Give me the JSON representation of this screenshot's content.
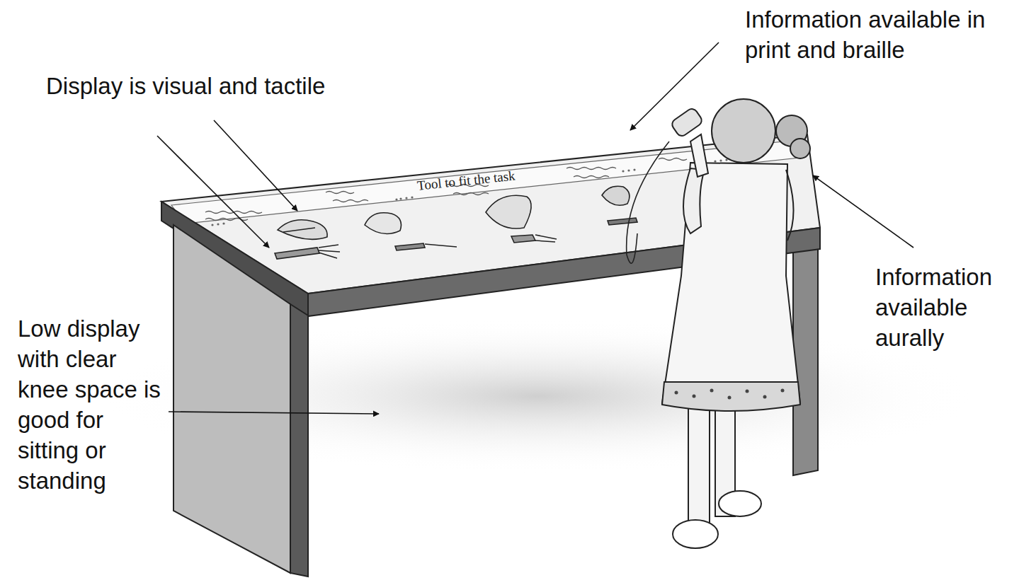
{
  "diagram": {
    "labels": [
      "Information available in print and braille",
      "Display is visual and tactile",
      "Tool to fit the task",
      "Information available aurally",
      "Low display with clear knee space is good for sitting or standing"
    ]
  }
}
